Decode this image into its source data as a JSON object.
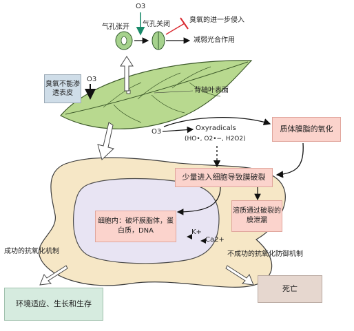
{
  "diagram": {
    "o3_top": "O3",
    "stomata_open": "气孔张开",
    "stomata_closed": "气孔关闭",
    "ozone_further_entry": "臭氧的进一步侵入",
    "photosynthesis_reduced": "减弱光合作用",
    "ozone_cannot_penetrate": "臭氧不能渗透表皮",
    "o3_left": "O3",
    "abaxial_surface": "背轴叶表面",
    "o3_middle": "O3",
    "oxyradicals": "Oxyradicals",
    "oxyradicals_formula": "(HO•, O2•−, H2O2)",
    "membrane_oxidation": "质体膜脂的氧化",
    "membrane_rupture": "少量进入细胞导致膜破裂",
    "intracellular_damage": "细胞内：破坏膜脂体，蛋白质，DNA",
    "solute_leakage": "溶质通过破裂的膜泄漏",
    "k_ion": "K+",
    "ca_ion": "Ca2+",
    "successful_antioxidant": "成功的抗氧化机制",
    "unsuccessful_antioxidant": "不成功的抗氧化防御机制",
    "adaptation_outcome": "环境适应、生长和生存",
    "death_outcome": "死亡"
  },
  "colors": {
    "red_box": "#fbd3cc",
    "blue_box": "#cfdde8",
    "green_box": "#d6ebdf",
    "tan_box": "#e6d7cf",
    "leaf": "#b8d98f",
    "cell_wall": "#f6e7c6",
    "cell_interior": "#e8e4f3",
    "teal_arrow": "#1a8a6a",
    "red_bar": "#d9282f"
  }
}
